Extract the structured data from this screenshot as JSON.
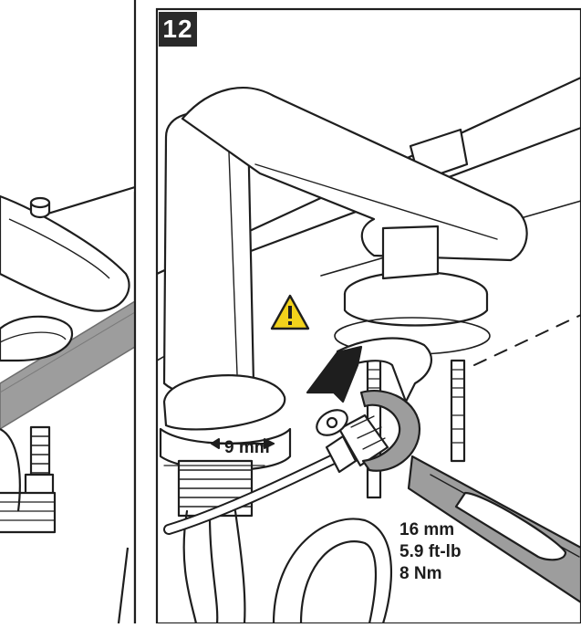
{
  "step": {
    "number": "12"
  },
  "callouts": {
    "nut_dimension": "9 mm",
    "wrench_size": "16 mm",
    "torque_ftlb": "5.9 ft-lb",
    "torque_nm": "8 Nm"
  },
  "icons": {
    "warning": "warning-triangle-icon",
    "rotation": "tighten-arrow-icon"
  },
  "colors": {
    "line": "#1e1e1e",
    "band": "#9d9d9d",
    "warning_fill": "#f2d21b",
    "step_badge": "#2a2a2a"
  }
}
